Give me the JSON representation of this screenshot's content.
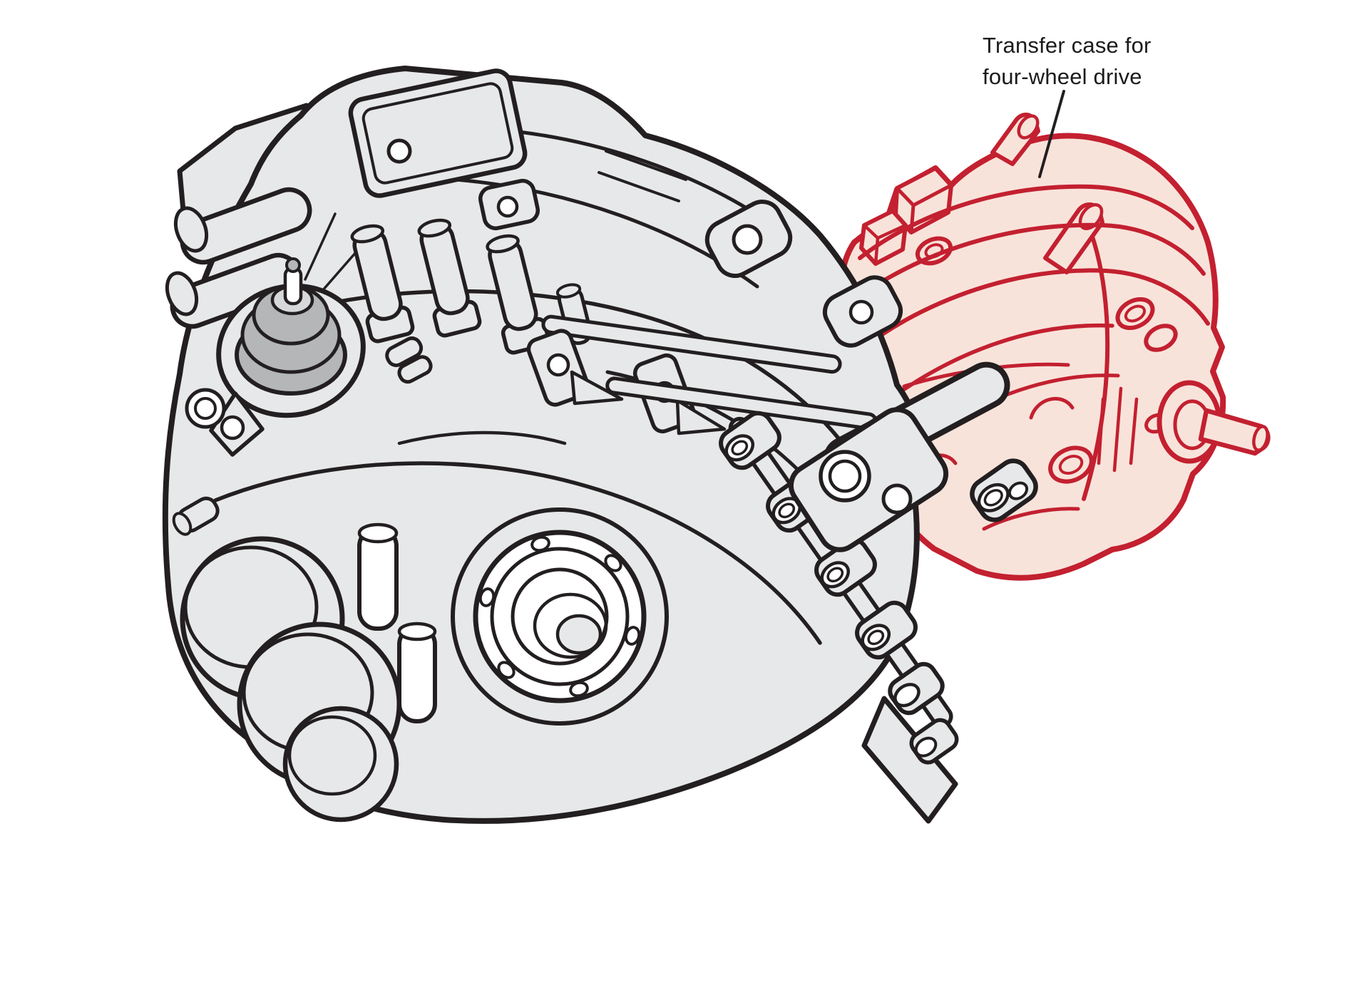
{
  "figure": {
    "kind": "technical line illustration",
    "subject": "transmission with highlighted transfer case"
  },
  "annotation": {
    "line1": "Transfer case for",
    "line2": "four-wheel drive"
  },
  "colors": {
    "background": "#ffffff",
    "ink": "#231f20",
    "housing_fill": "#e7e8e9",
    "housing_white": "#ffffff",
    "mount_fill": "#b4b6b8",
    "mount_cap": "#d7d8d9",
    "highlight_stroke": "#c32030",
    "highlight_fill": "#f8e3da",
    "label_color": "#1b1b1b"
  }
}
